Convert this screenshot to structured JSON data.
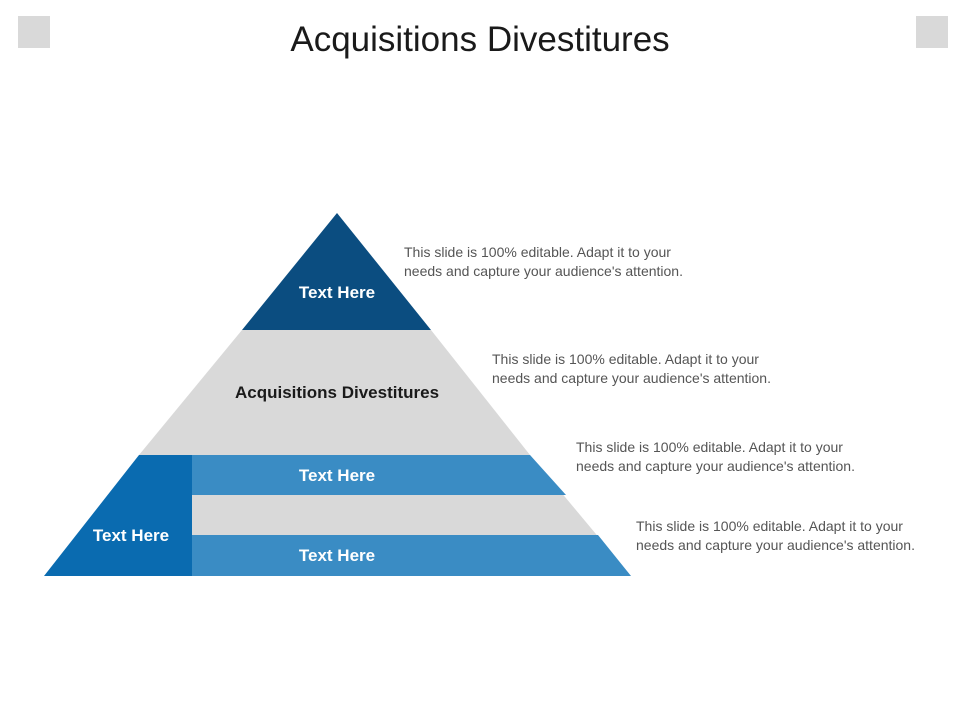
{
  "title": "Acquisitions Divestitures",
  "colors": {
    "dark_blue": "#0b4d80",
    "mid_blue": "#0a6bb0",
    "light_blue": "#3a8cc4",
    "gray": "#d9d9d9",
    "text_gray": "#555555"
  },
  "pyramid": {
    "top_label": "Text Here",
    "middle_label": "Acquisitions Divestitures",
    "left_label": "Text Here",
    "stripe_upper_label": "Text Here",
    "stripe_lower_label": "Text Here"
  },
  "descriptions": [
    "This slide is 100% editable. Adapt it to your\nneeds and capture your audience's attention.",
    "This slide is 100% editable. Adapt it to your\nneeds and capture your audience's attention.",
    "This slide is 100% editable. Adapt it to your\nneeds and capture your audience's attention.",
    "This slide is 100% editable. Adapt it to your\nneeds and capture your audience's attention."
  ]
}
